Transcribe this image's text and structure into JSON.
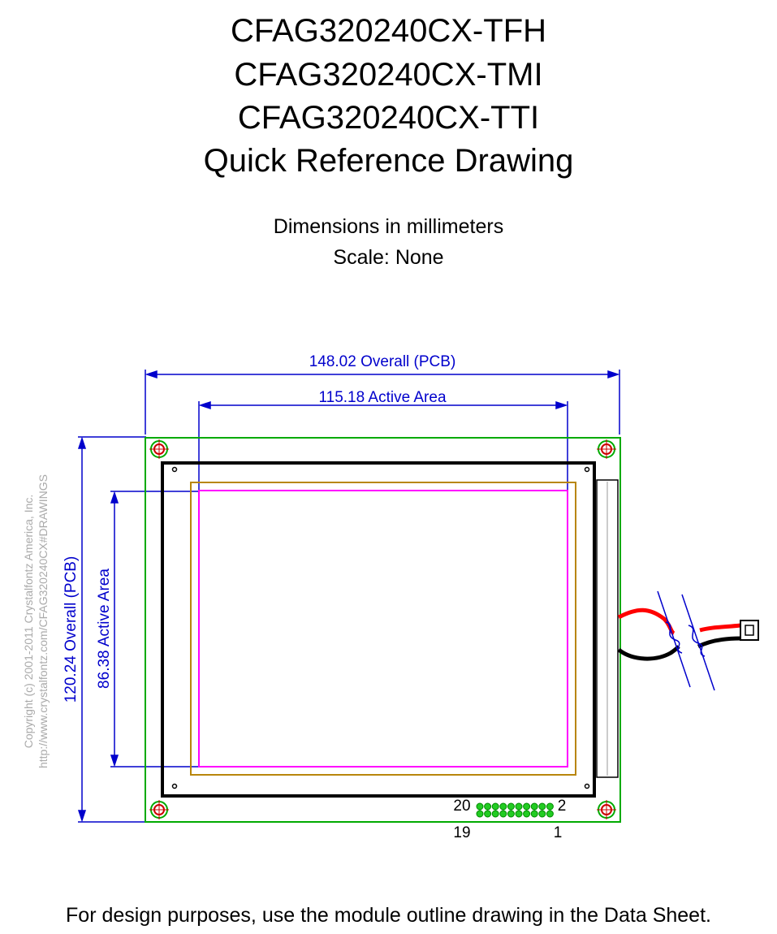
{
  "title": {
    "line1": "CFAG320240CX-TFH",
    "line2": "CFAG320240CX-TMI",
    "line3": "CFAG320240CX-TTI",
    "line4": "Quick Reference Drawing"
  },
  "subtitle": {
    "units": "Dimensions in millimeters",
    "scale": "Scale: None"
  },
  "dimensions": {
    "overall_width": "148.02 Overall (PCB)",
    "active_width": "115.18 Active Area",
    "overall_height": "120.24 Overall (PCB)",
    "active_height": "86.38 Active Area"
  },
  "copyright": {
    "line1": "Copyright (c) 2001-2011 Crystalfontz America, Inc.",
    "line2": "http://www.crystalfontz.com/CFAG320240CX#DRAWINGS"
  },
  "pins": {
    "top_left": "20",
    "top_right": "2",
    "bottom_left": "19",
    "bottom_right": "1"
  },
  "footer": "For design purposes, use the module outline drawing in the Data Sheet.",
  "colors": {
    "dimension": "#0000cc",
    "pcb": "#00aa00",
    "bezel": "#000000",
    "viewing_area": "#b8860b",
    "active_area": "#ff00ff",
    "mount_hole": "#cc0000",
    "wire_red": "#ff0000",
    "wire_black": "#000000"
  }
}
